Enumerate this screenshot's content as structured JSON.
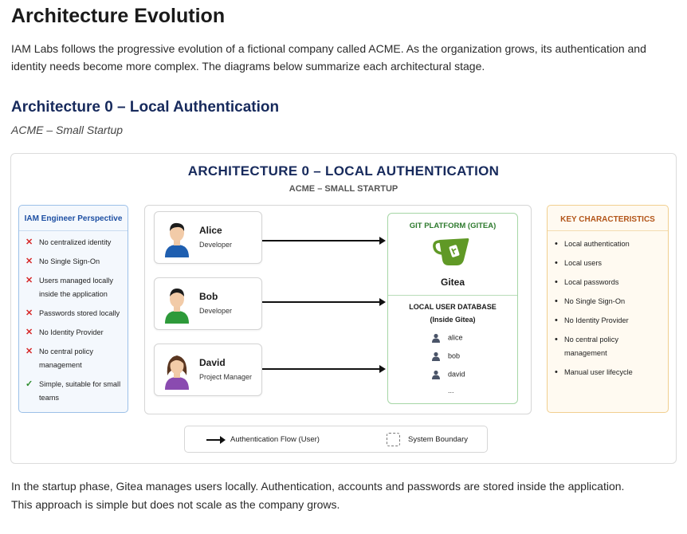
{
  "page": {
    "title": "Architecture Evolution",
    "intro": "IAM Labs follows the progressive evolution of a fictional company called ACME. As the organization grows, its authentication and identity needs become more complex. The diagrams below summarize each architectural stage.",
    "section_title": "Architecture 0 – Local Authentication",
    "section_subtitle": "ACME – Small Startup",
    "outro_line1": "In the startup phase, Gitea manages users locally. Authentication, accounts and passwords are stored inside the application.",
    "outro_line2": "This approach is simple but does not scale as the company grows."
  },
  "diagram": {
    "title": "ARCHITECTURE 0 – LOCAL AUTHENTICATION",
    "subtitle": "ACME – SMALL STARTUP",
    "perspective": {
      "heading": "IAM Engineer Perspective",
      "items": [
        {
          "text": "No centralized identity",
          "status": "bad"
        },
        {
          "text": "No Single Sign-On",
          "status": "bad"
        },
        {
          "text": "Users managed locally inside the application",
          "status": "bad"
        },
        {
          "text": "Passwords stored locally",
          "status": "bad"
        },
        {
          "text": "No Identity Provider",
          "status": "bad"
        },
        {
          "text": "No central policy management",
          "status": "bad"
        },
        {
          "text": "Simple, suitable for small teams",
          "status": "good"
        }
      ]
    },
    "users": [
      {
        "name": "Alice",
        "role": "Developer",
        "shirt": "#1f5fb0",
        "hair": "#1c1c1c"
      },
      {
        "name": "Bob",
        "role": "Developer",
        "shirt": "#2e9a3a",
        "hair": "#1c1c1c"
      },
      {
        "name": "David",
        "role": "Project Manager",
        "shirt": "#8a4bb0",
        "hair": "#5a3620"
      }
    ],
    "gitea": {
      "heading": "GIT PLATFORM (GITEA)",
      "name": "Gitea",
      "db_title": "LOCAL USER DATABASE",
      "db_subtitle": "(Inside Gitea)",
      "db_users": [
        "alice",
        "bob",
        "david"
      ],
      "db_more": "...",
      "brand_color": "#609926"
    },
    "key_characteristics": {
      "heading": "KEY CHARACTERISTICS",
      "items": [
        "Local authentication",
        "Local users",
        "Local passwords",
        "No Single Sign-On",
        "No Identity Provider",
        "No central policy management",
        "Manual user lifecycle"
      ]
    },
    "legend": {
      "flow_label": "Authentication Flow (User)",
      "boundary_label": "System Boundary"
    }
  }
}
